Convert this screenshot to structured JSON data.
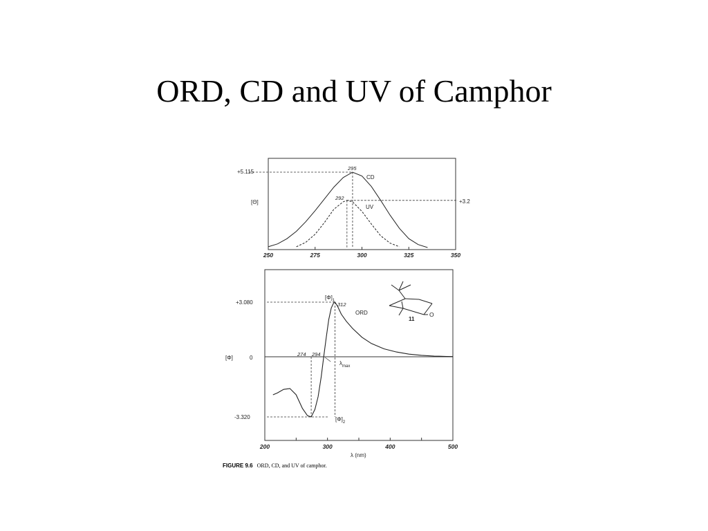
{
  "slide": {
    "title": "ORD, CD and UV of Camphor"
  },
  "figure": {
    "caption_label": "FIGURE 9.6",
    "caption_text": "ORD, CD, and UV of camphor.",
    "compound_number": "11",
    "carbonyl_atom": "O"
  },
  "chart_data": [
    {
      "type": "line",
      "xlim": [
        250,
        350
      ],
      "x_ticks": [
        "250",
        "275",
        "300",
        "325",
        "350"
      ],
      "ylabel": "[Θ]",
      "y_marker_left": {
        "label": "+5.115",
        "value": 5.115
      },
      "y_marker_right": {
        "label": "+3.2",
        "value": 3.2
      },
      "grid": false,
      "series": [
        {
          "name": "CD",
          "style": "solid",
          "x": [
            250,
            255,
            260,
            265,
            270,
            275,
            280,
            285,
            290,
            295,
            300,
            305,
            310,
            315,
            320,
            325,
            330,
            335
          ],
          "y": [
            0.05,
            0.25,
            0.6,
            1.1,
            1.75,
            2.5,
            3.3,
            4.1,
            4.75,
            5.115,
            4.85,
            4.15,
            3.2,
            2.2,
            1.3,
            0.6,
            0.2,
            0.0
          ]
        },
        {
          "name": "UV",
          "style": "dashed",
          "x": [
            265,
            270,
            275,
            280,
            285,
            290,
            292,
            295,
            300,
            305,
            310,
            315,
            320
          ],
          "y": [
            0.05,
            0.35,
            0.9,
            1.7,
            2.6,
            3.1,
            3.2,
            3.1,
            2.45,
            1.6,
            0.8,
            0.3,
            0.05
          ]
        }
      ],
      "annotations": [
        {
          "text": "295",
          "x": 295
        },
        {
          "text": "292",
          "x": 292
        }
      ]
    },
    {
      "type": "line",
      "xlabel": "λ (nm)",
      "xlim": [
        200,
        500
      ],
      "x_ticks": [
        "200",
        "300",
        "400",
        "500"
      ],
      "ylabel": "[Φ]",
      "y_ticks": [
        {
          "label": "+3.080",
          "value": 3.08
        },
        {
          "label": "0",
          "value": 0
        },
        {
          "label": "-3.320",
          "value": -3.32
        }
      ],
      "grid": false,
      "series": [
        {
          "name": "ORD",
          "x": [
            213,
            220,
            230,
            240,
            250,
            260,
            268,
            274,
            280,
            285,
            290,
            294,
            298,
            302,
            306,
            310,
            312,
            316,
            322,
            330,
            340,
            355,
            370,
            390,
            410,
            430,
            450,
            470,
            490,
            500
          ],
          "y": [
            -2.1,
            -2.0,
            -1.8,
            -1.75,
            -2.1,
            -2.85,
            -3.25,
            -3.32,
            -2.9,
            -2.2,
            -1.1,
            0.0,
            1.1,
            2.1,
            2.75,
            3.05,
            3.08,
            2.85,
            2.4,
            2.0,
            1.6,
            1.1,
            0.75,
            0.45,
            0.27,
            0.15,
            0.08,
            0.04,
            0.02,
            0.01
          ]
        }
      ],
      "annotations": [
        {
          "text": "[Φ]",
          "subscript": "1",
          "x": 312
        },
        {
          "text": "312",
          "x": 312
        },
        {
          "text": "274",
          "x": 274
        },
        {
          "text": "294",
          "x": 294
        },
        {
          "text": "λ",
          "subscript": "max",
          "x": 294
        },
        {
          "text": "[Φ]",
          "subscript": "2",
          "x": 274
        },
        {
          "text": "ORD",
          "x": 340
        }
      ]
    }
  ]
}
